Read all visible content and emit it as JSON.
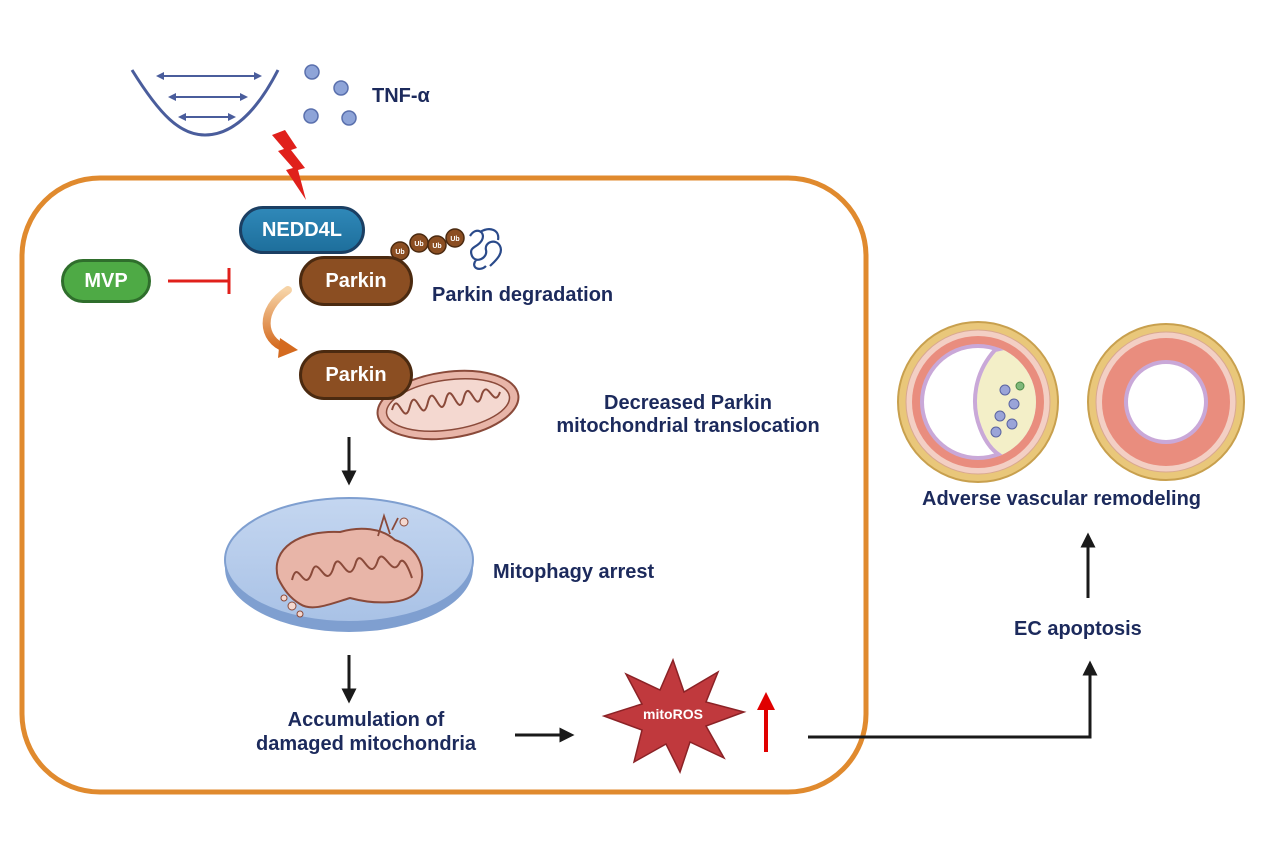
{
  "labels": {
    "tnf": "TNF-α",
    "nedd4l": "NEDD4L",
    "mvp": "MVP",
    "parkin_top": "Parkin",
    "parkin_bottom": "Parkin",
    "ub": "Ub",
    "parkin_degradation": "Parkin degradation",
    "decreased_line1": "Decreased Parkin",
    "decreased_line2": "mitochondrial translocation",
    "mitophagy_arrest": "Mitophagy arrest",
    "accumulation_line1": "Accumulation of",
    "accumulation_line2": "damaged mitochondria",
    "mitoros": "mitoROS",
    "ec_apoptosis": "EC apoptosis",
    "adverse_remodeling": "Adverse vascular remodeling"
  },
  "colors": {
    "cell_border": "#e08a2e",
    "text": "#1c2a5c",
    "inhibit": "#e0201b",
    "lightning": "#e0201b",
    "nedd4l": "#2f88b8",
    "mvp": "#4eaa45",
    "parkin": "#8b4e22",
    "mitoros_star": "#c0393d",
    "ros_up_arrow": "#e00000",
    "arrow": "#1a1a1a"
  }
}
